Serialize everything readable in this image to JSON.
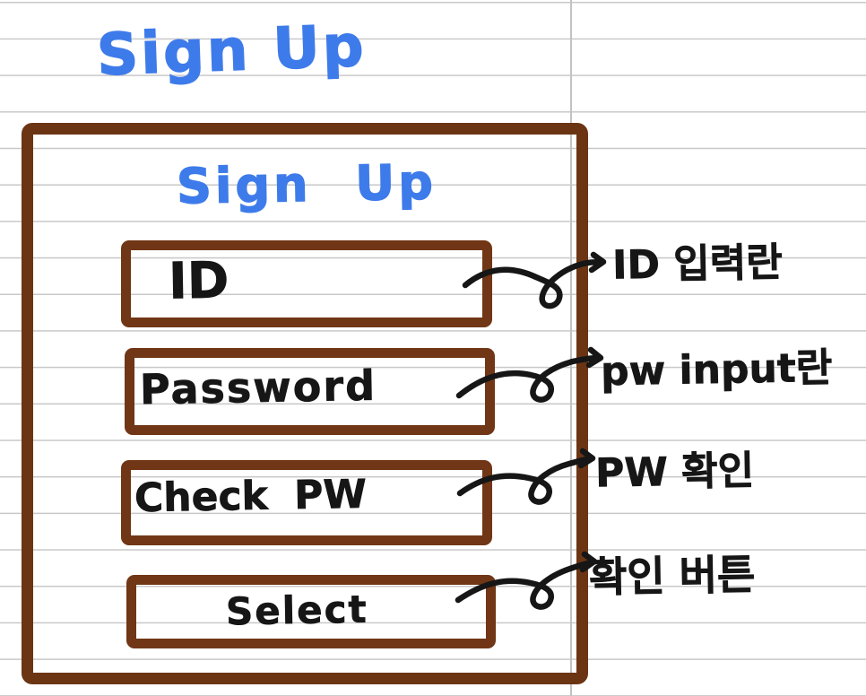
{
  "palette": {
    "ink_blue": "#3e7bea",
    "ink_brown_frame": "#6b3514",
    "ink_brown_box": "#703616",
    "ink_black": "#161616",
    "ruled_line": "#c8c8c8",
    "paper": "#ffffff"
  },
  "page_title": "Sign Up",
  "form": {
    "heading": "Sign Up",
    "fields": [
      {
        "label": "ID",
        "annotation": "ID 입력란"
      },
      {
        "label": "Password",
        "annotation": "pw input란"
      },
      {
        "label": "Check PW",
        "annotation": "PW 확인"
      },
      {
        "label": "Select",
        "annotation": "확인 버튼"
      }
    ]
  }
}
